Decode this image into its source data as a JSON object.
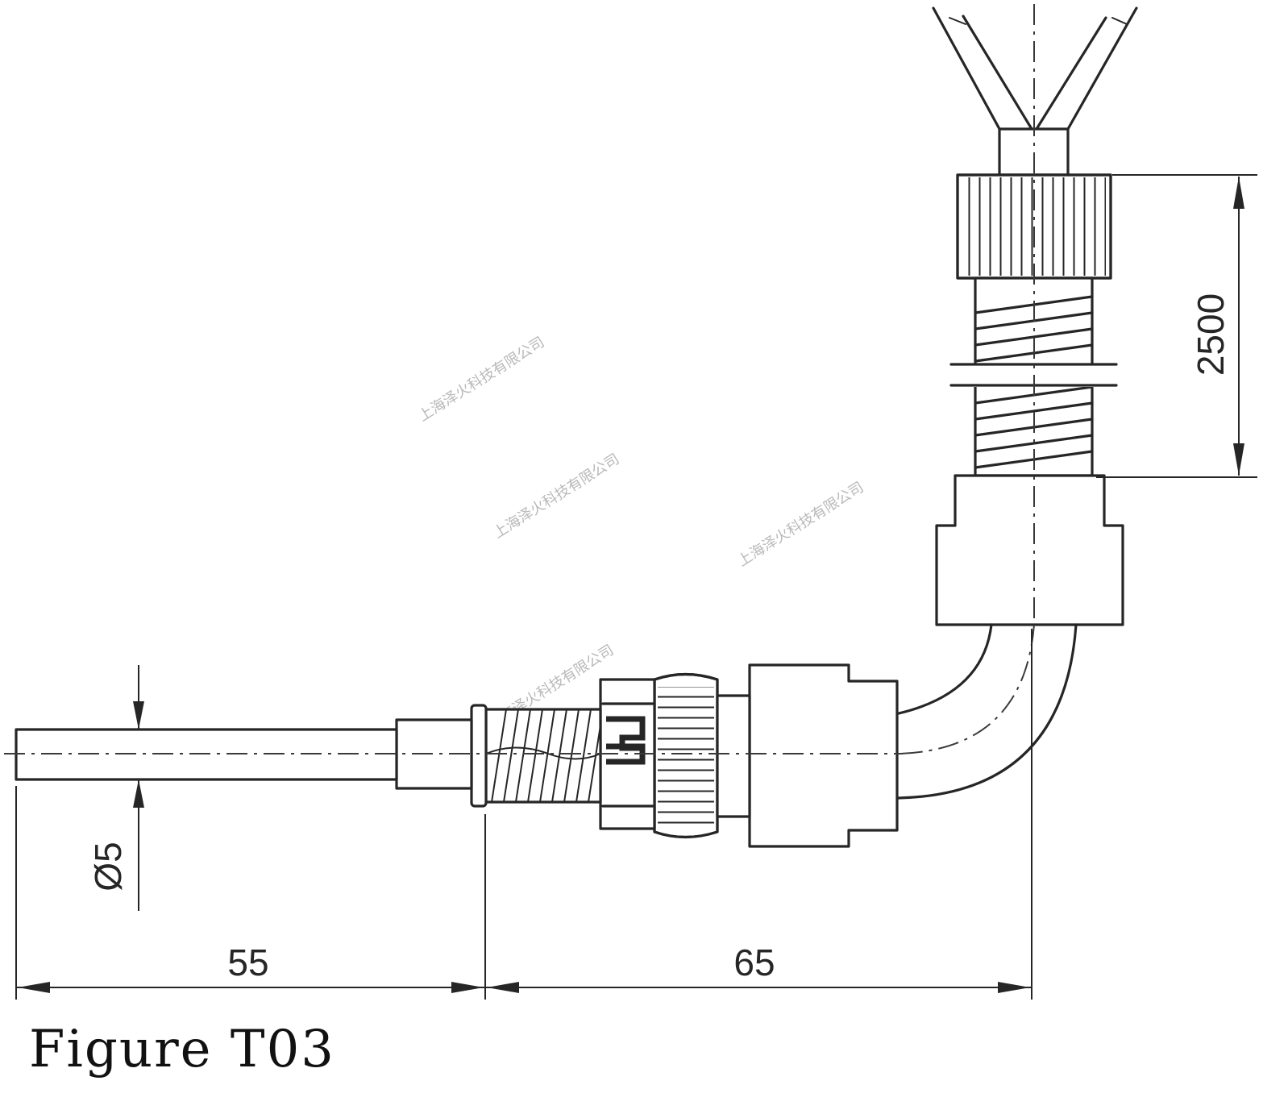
{
  "figure": {
    "caption": "Figure T03"
  },
  "dimensions": {
    "diameter_label": "Ø5",
    "length_left_label": "55",
    "length_right_label": "65",
    "cable_length_label": "2500"
  },
  "watermark": {
    "text": "上海泽火科技有限公司"
  },
  "colors": {
    "line": "#262626",
    "background": "#ffffff",
    "watermark": "#b9b9b9"
  }
}
